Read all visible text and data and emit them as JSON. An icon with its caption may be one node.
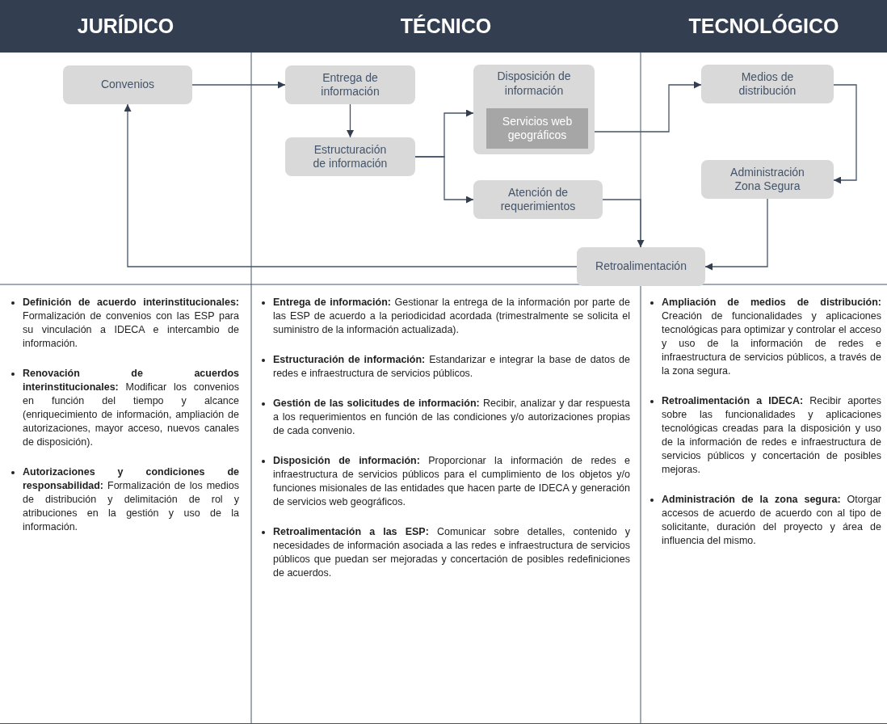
{
  "diagram": {
    "nodes": [
      {
        "text": [
          "JURÍDICO"
        ]
      },
      {
        "text": [
          "TÉCNICO"
        ]
      },
      {
        "text": [
          "TECNOLÓGICO"
        ]
      },
      {
        "text": [
          "Convenios"
        ]
      },
      {
        "text": [
          "Entrega de información"
        ]
      },
      {
        "text": [
          "Estructuración de información"
        ]
      },
      {
        "text": [
          "Disposición de información"
        ]
      },
      {
        "text": [
          "Servicios web geográficos"
        ],
        "in": 6
      },
      {
        "text": [
          "Atención de requerimientos"
        ]
      },
      {
        "text": [
          "Medios de distribución"
        ]
      },
      {
        "text": [
          "Administración Zona Segura"
        ]
      },
      {
        "text": [
          "Retroalimentación"
        ]
      }
    ],
    "edges": [
      {
        "from": 3,
        "to": 4,
        "arrow": "to"
      },
      {
        "from": 4,
        "to": 5,
        "arrow": "to"
      },
      {
        "from": 5,
        "to": 6,
        "arrow": "to"
      },
      {
        "from": 5,
        "to": 8,
        "arrow": "to"
      },
      {
        "from": 7,
        "to": 9,
        "arrow": "to"
      },
      {
        "from": 9,
        "to": 10,
        "arrow": "to"
      },
      {
        "from": 10,
        "to": 11,
        "arrow": "to"
      },
      {
        "from": 8,
        "to": 11,
        "arrow": "to"
      },
      {
        "from": 11,
        "to": 3,
        "arrow": "to"
      }
    ],
    "labels": [
      "**Definición de acuerdo interinstitucionales:** Formalización de convenios con las ESP para su vinculación a IDECA e intercambio de información.",
      "**Renovación de acuerdos interinstitucionales:** Modificar los convenios en función del tiempo y alcance (enriquecimiento de información, ampliación de autorizaciones, mayor acceso, nuevos canales de disposición).",
      "**Autorizaciones y condiciones de responsabilidad:** Formalización de los medios de distribución y delimitación de rol y atribuciones en la gestión y uso de la información.",
      "**Entrega de información:** Gestionar la entrega de la información por parte de las ESP de acuerdo a la periodicidad acordada (trimestralmente se solicita el suministro de la información actualizada).",
      "**Estructuración de información:** Estandarizar e integrar la base de datos de redes e infraestructura de servicios públicos.",
      "**Gestión de las solicitudes de información:** Recibir, analizar y dar respuesta a los requerimientos en función de las condiciones y/o autorizaciones propias de cada convenio.",
      "**Disposición de información:** Proporcionar la información de redes e infraestructura de servicios públicos para el cumplimiento de los objetos y/o funciones misionales de las entidades que hacen parte de IDECA y generación de servicios web geográficos.",
      "**Retroalimentación a las ESP:** Comunicar sobre detalles, contenido y necesidades de información asociada a las redes e infraestructura de servicios públicos que puedan ser mejoradas y concertación de posibles redefiniciones de acuerdos.",
      "**Ampliación de medios de distribución:** Creación de funcionalidades y aplicaciones tecnológicas para optimizar y controlar el acceso y uso de la información de redes e infraestructura de servicios públicos, a través de la zona segura.",
      "**Retroalimentación a IDECA:** Recibir aportes sobre las funcionalidades y aplicaciones tecnológicas creadas para la disposición y uso de la información de redes e infraestructura de servicios públicos y concertación de posibles mejoras.",
      "**Administración de la zona segura:** Otorgar accesos de acuerdo de acuerdo con al tipo de solicitante, duración del proyecto y área de influencia del mismo."
    ]
  }
}
